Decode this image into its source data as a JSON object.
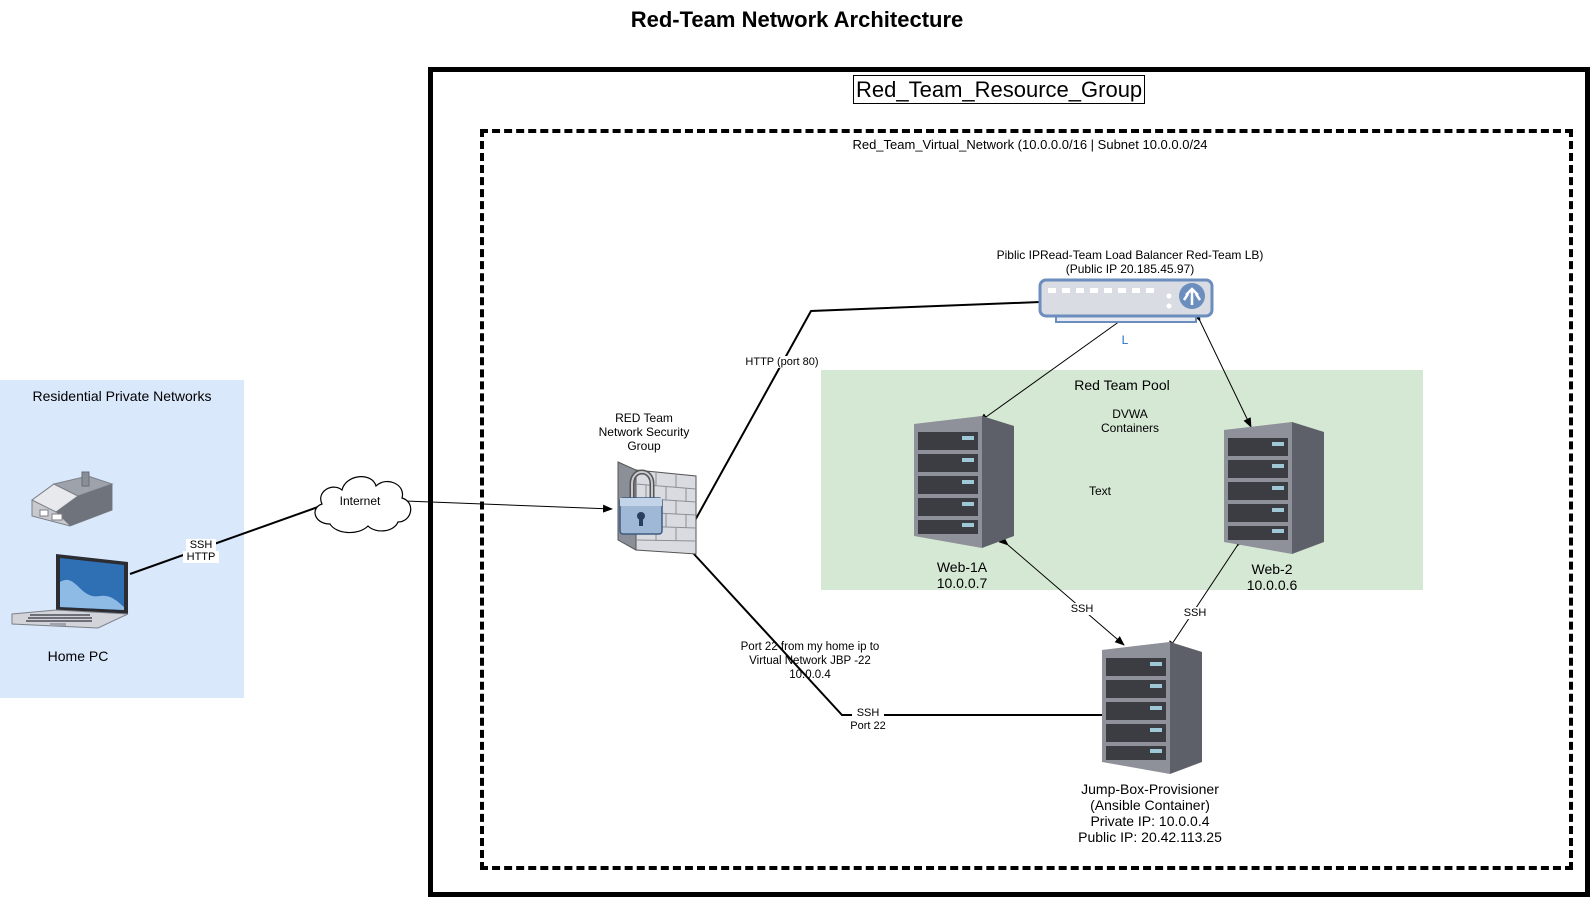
{
  "title": "Red-Team Network Architecture",
  "resource_group": {
    "label": "Red_Team_Resource_Group"
  },
  "virtual_network": {
    "label": "Red_Team_Virtual_Network (10.0.0.0/16 |  Subnet  10.0.0.0/24"
  },
  "residential": {
    "label": "Residential Private Networks",
    "home_pc": "Home PC"
  },
  "internet": {
    "label": "Internet"
  },
  "nsg": {
    "lines": [
      "RED Team",
      "Network Security",
      "Group"
    ]
  },
  "load_balancer": {
    "lines": [
      "Piblic IPRead-Team Load Balancer Red-Team LB)",
      "(Public IP 20.185.45.97)"
    ],
    "sub_label": "L"
  },
  "pool": {
    "label": "Red Team Pool",
    "dvwa": [
      "DVWA",
      "Containers"
    ],
    "text": "Text"
  },
  "web1": {
    "name": "Web-1A",
    "ip": "10.0.0.7"
  },
  "web2": {
    "name": "Web-2",
    "ip": "10.0.0.6"
  },
  "jumpbox": {
    "lines": [
      "Jump-Box-Provisioner",
      "(Ansible Container)",
      "Private IP: 10.0.0.4",
      "Public IP: 20.42.113.25"
    ]
  },
  "edges": {
    "home_internet": [
      "SSH",
      "HTTP"
    ],
    "http": "HTTP  (port 80)",
    "port22": [
      "Port 22 from my home ip to",
      "Virtual Network JBP -22",
      "10.0.0.4"
    ],
    "jump_ssh": [
      "SSH",
      "Port 22"
    ],
    "web1_ssh": "SSH",
    "web2_ssh": "SSH"
  },
  "colors": {
    "residential_bg": "#dae8fc",
    "pool_bg": "#d5e8d4",
    "lb_stroke": "#6c8ebf",
    "lb_label": "#1f6fd0"
  }
}
